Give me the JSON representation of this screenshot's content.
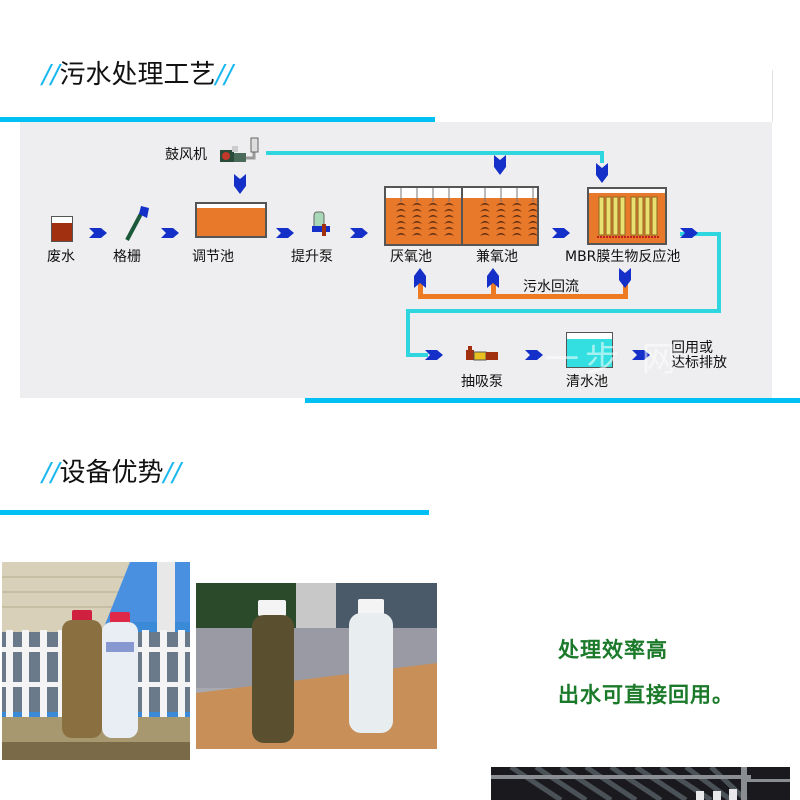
{
  "sections": {
    "process": {
      "slash_left": "//",
      "title": "污水处理工艺",
      "slash_right": "//"
    },
    "advantages": {
      "slash_left": "//",
      "title": "设备优势",
      "slash_right": "//"
    }
  },
  "diagram": {
    "labels": {
      "blower": "鼓风机",
      "wastewater": "废水",
      "grille": "格栅",
      "regulating_tank": "调节池",
      "lift_pump": "提升泵",
      "anaerobic_tank": "厌氧池",
      "anoxic_tank": "兼氧池",
      "mbr_tank": "MBR膜生物反应池",
      "sludge_return": "污水回流",
      "suction_pump": "抽吸泵",
      "clear_water_tank": "清水池",
      "output_line1": "回用或",
      "output_line2": "达标排放"
    },
    "watermark": "一步 网",
    "colors": {
      "air_pipe": "#2fd6e0",
      "return_pipe": "#ee7a22",
      "arrow": "#1530c8",
      "sludge": "#e8782a"
    }
  },
  "advantages": {
    "line1": "处理效率高",
    "line2": "出水可直接回用。"
  },
  "photos": [
    {
      "name": "bottles-comparison-outdoor"
    },
    {
      "name": "bottles-comparison-table"
    },
    {
      "name": "mbr-equipment-photo"
    }
  ],
  "colors": {
    "accent_cyan": "#00bff5",
    "slash_blue": "#1ab8f0",
    "advantage_green": "#1b7a2a",
    "diagram_bg": "#eeeef0"
  }
}
